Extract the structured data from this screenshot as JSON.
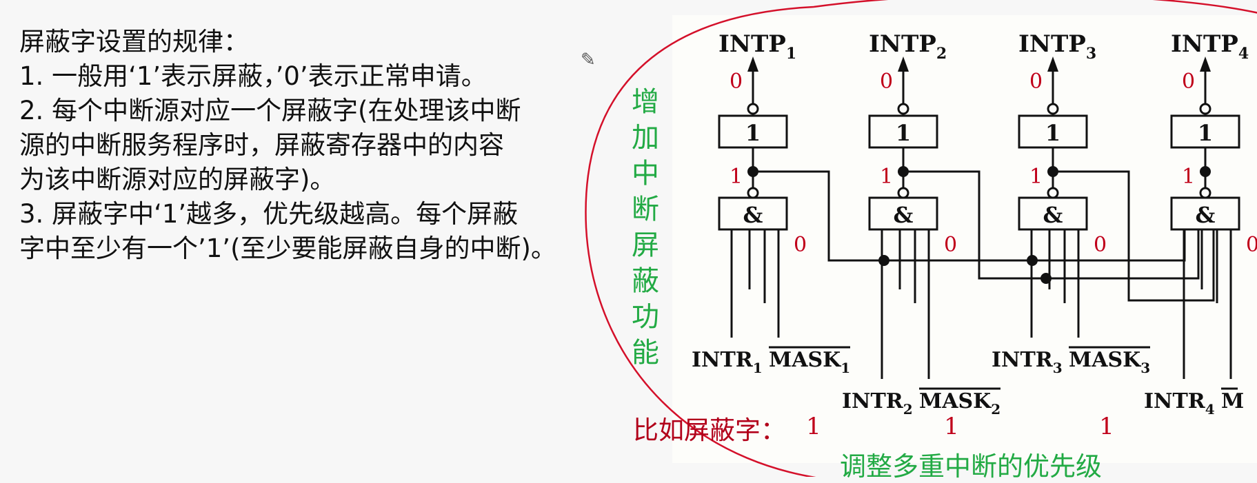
{
  "rules": {
    "heading": "屏蔽字设置的规律：",
    "line1": "1. 一般用‘1’表示屏蔽，’0’表示正常申请。",
    "line2a": "2. 每个中断源对应一个屏蔽字(在处理该中断",
    "line2b": "源的中断服务程序时，屏蔽寄存器中的内容",
    "line2c": "为该中断源对应的屏蔽字)。",
    "line3a": "3. 屏蔽字中‘1’越多，优先级越高。每个屏蔽",
    "line3b": "字中至少有一个’1’(至少要能屏蔽自身的中断)。"
  },
  "side_label": [
    "增",
    "加",
    "中",
    "断",
    "屏",
    "蔽",
    "功",
    "能"
  ],
  "bottom_label": "调整多重中断的优先级",
  "example": {
    "label": "比如屏蔽字：",
    "values": [
      "1",
      "1",
      "1"
    ]
  },
  "pen_icon": "✎",
  "units": [
    {
      "intp": "INTP",
      "intp_sub": "1",
      "out_val": "0",
      "inv_val": "1",
      "mask_val": "0",
      "not_label": "1",
      "and_label": "&",
      "intr": "INTR",
      "intr_sub": "1",
      "mask": "MASK",
      "mask_sub": "1"
    },
    {
      "intp": "INTP",
      "intp_sub": "2",
      "out_val": "0",
      "inv_val": "1",
      "mask_val": "0",
      "not_label": "1",
      "and_label": "&",
      "intr": "INTR",
      "intr_sub": "2",
      "mask": "MASK",
      "mask_sub": "2"
    },
    {
      "intp": "INTP",
      "intp_sub": "3",
      "out_val": "0",
      "inv_val": "1",
      "mask_val": "0",
      "not_label": "1",
      "and_label": "&",
      "intr": "INTR",
      "intr_sub": "3",
      "mask": "MASK",
      "mask_sub": "3"
    },
    {
      "intp": "INTP",
      "intp_sub": "4",
      "out_val": "0",
      "inv_val": "1",
      "mask_val": "0",
      "not_label": "1",
      "and_label": "&",
      "intr": "INTR",
      "intr_sub": "4",
      "mask": "M"
    }
  ],
  "colors": {
    "green": "#22aa44",
    "red": "#c0001a",
    "ink": "#111111"
  }
}
